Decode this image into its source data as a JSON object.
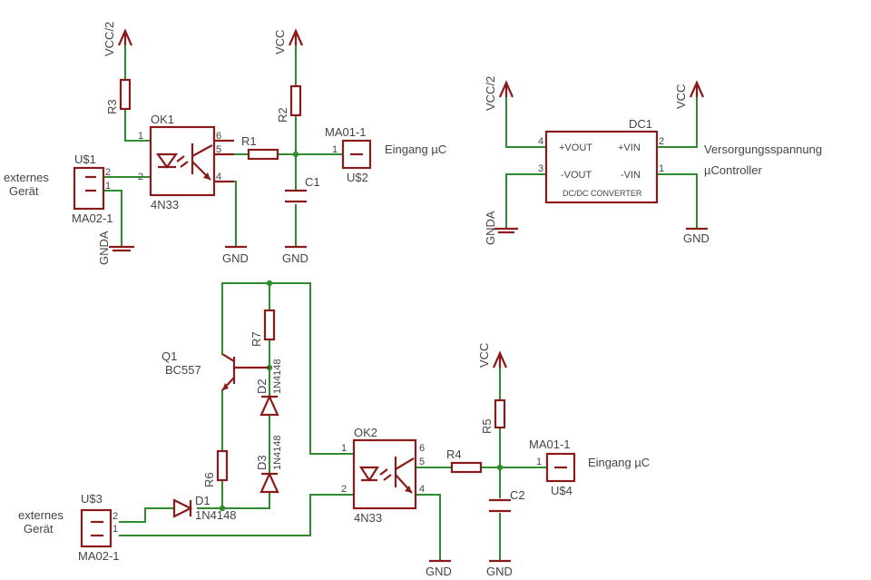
{
  "colors": {
    "wire": "#2e8b2e",
    "symbol": "#8b1a1a",
    "text": "#444444",
    "background": "#ffffff"
  },
  "supplies": {
    "vcc_half": "VCC/2",
    "vcc": "VCC",
    "gnd": "GND",
    "gnda": "GNDA"
  },
  "ok1": {
    "name": "OK1",
    "value": "4N33",
    "pin1": "1",
    "pin2": "2",
    "pin4": "4",
    "pin5": "5",
    "pin6": "6"
  },
  "ok2": {
    "name": "OK2",
    "value": "4N33",
    "pin1": "1",
    "pin2": "2",
    "pin4": "4",
    "pin5": "5",
    "pin6": "6"
  },
  "u1": {
    "name": "U$1",
    "value": "MA02-1",
    "pin1": "1",
    "pin2": "2",
    "caption_line1": "externes",
    "caption_line2": "Gerät"
  },
  "u2": {
    "name": "U$2",
    "value": "MA01-1",
    "pin1": "1",
    "caption": "Eingang µC"
  },
  "u3": {
    "name": "U$3",
    "value": "MA02-1",
    "pin1": "1",
    "pin2": "2",
    "caption_line1": "externes",
    "caption_line2": "Gerät"
  },
  "u4": {
    "name": "U$4",
    "value": "MA01-1",
    "pin1": "1",
    "caption": "Eingang µC"
  },
  "r1": "R1",
  "r2": "R2",
  "r3": "R3",
  "r4": "R4",
  "r5": "R5",
  "r6": "R6",
  "r7": "R7",
  "c1": "C1",
  "c2": "C2",
  "q1": {
    "name": "Q1",
    "value": "BC557"
  },
  "d1": {
    "name": "D1",
    "value": "1N4148"
  },
  "d2": {
    "name": "D2",
    "value": "1N4148"
  },
  "d3": {
    "name": "D3",
    "value": "1N4148"
  },
  "dc1": {
    "name": "DC1",
    "value": "DC/DC CONVERTER",
    "pos_vout": "+VOUT",
    "neg_vout": "-VOUT",
    "pos_vin": "+VIN",
    "neg_vin": "-VIN",
    "pin1": "1",
    "pin2": "2",
    "pin3": "3",
    "pin4": "4",
    "caption_line1": "Versorgungsspannung",
    "caption_line2": "µController"
  }
}
